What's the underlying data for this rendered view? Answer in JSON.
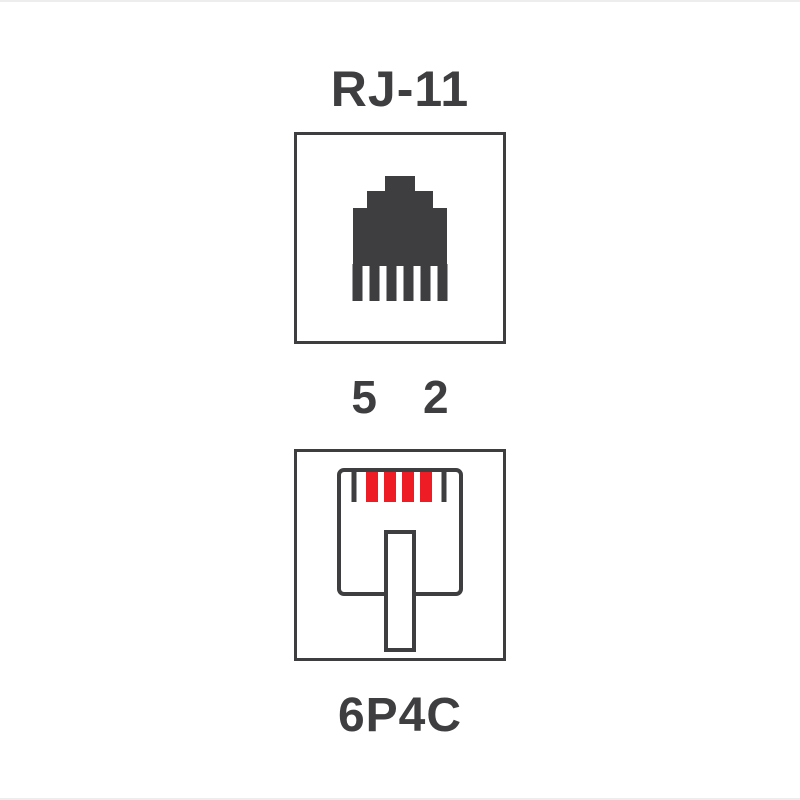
{
  "diagram": {
    "title": "RJ-11",
    "pin_labels": [
      "5",
      "2"
    ],
    "type_label": "6P4C",
    "jack_icon": "rj11-jack-silhouette",
    "plug_icon": "rj11-plug-front-outline",
    "positions": 6,
    "contacts": 4
  },
  "colors": {
    "ink": "#3e3e40",
    "red": "#ee1c25",
    "bg": "#ffffff"
  }
}
